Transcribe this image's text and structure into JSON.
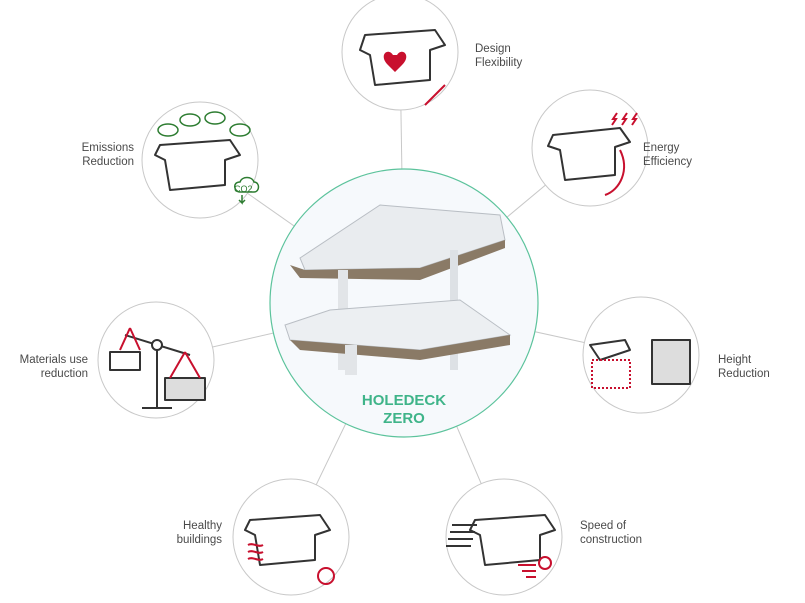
{
  "center": {
    "line1": "HOLEDECK",
    "line2": "ZERO"
  },
  "benefits": [
    {
      "line1": "Design",
      "line2": "Flexibility"
    },
    {
      "line1": "Energy",
      "line2": "Efficiency"
    },
    {
      "line1": "Height",
      "line2": "Reduction"
    },
    {
      "line1": "Speed of",
      "line2": "construction"
    },
    {
      "line1": "Healthy",
      "line2": "buildings"
    },
    {
      "line1": "Materials use",
      "line2": "reduction"
    },
    {
      "line1": "Emissions",
      "line2": "Reduction"
    }
  ],
  "icons": {
    "co2": "CO2"
  },
  "colors": {
    "accent": "#3fb489",
    "red": "#c8102e",
    "green": "#2e7d32",
    "line": "#c8c8c8"
  }
}
